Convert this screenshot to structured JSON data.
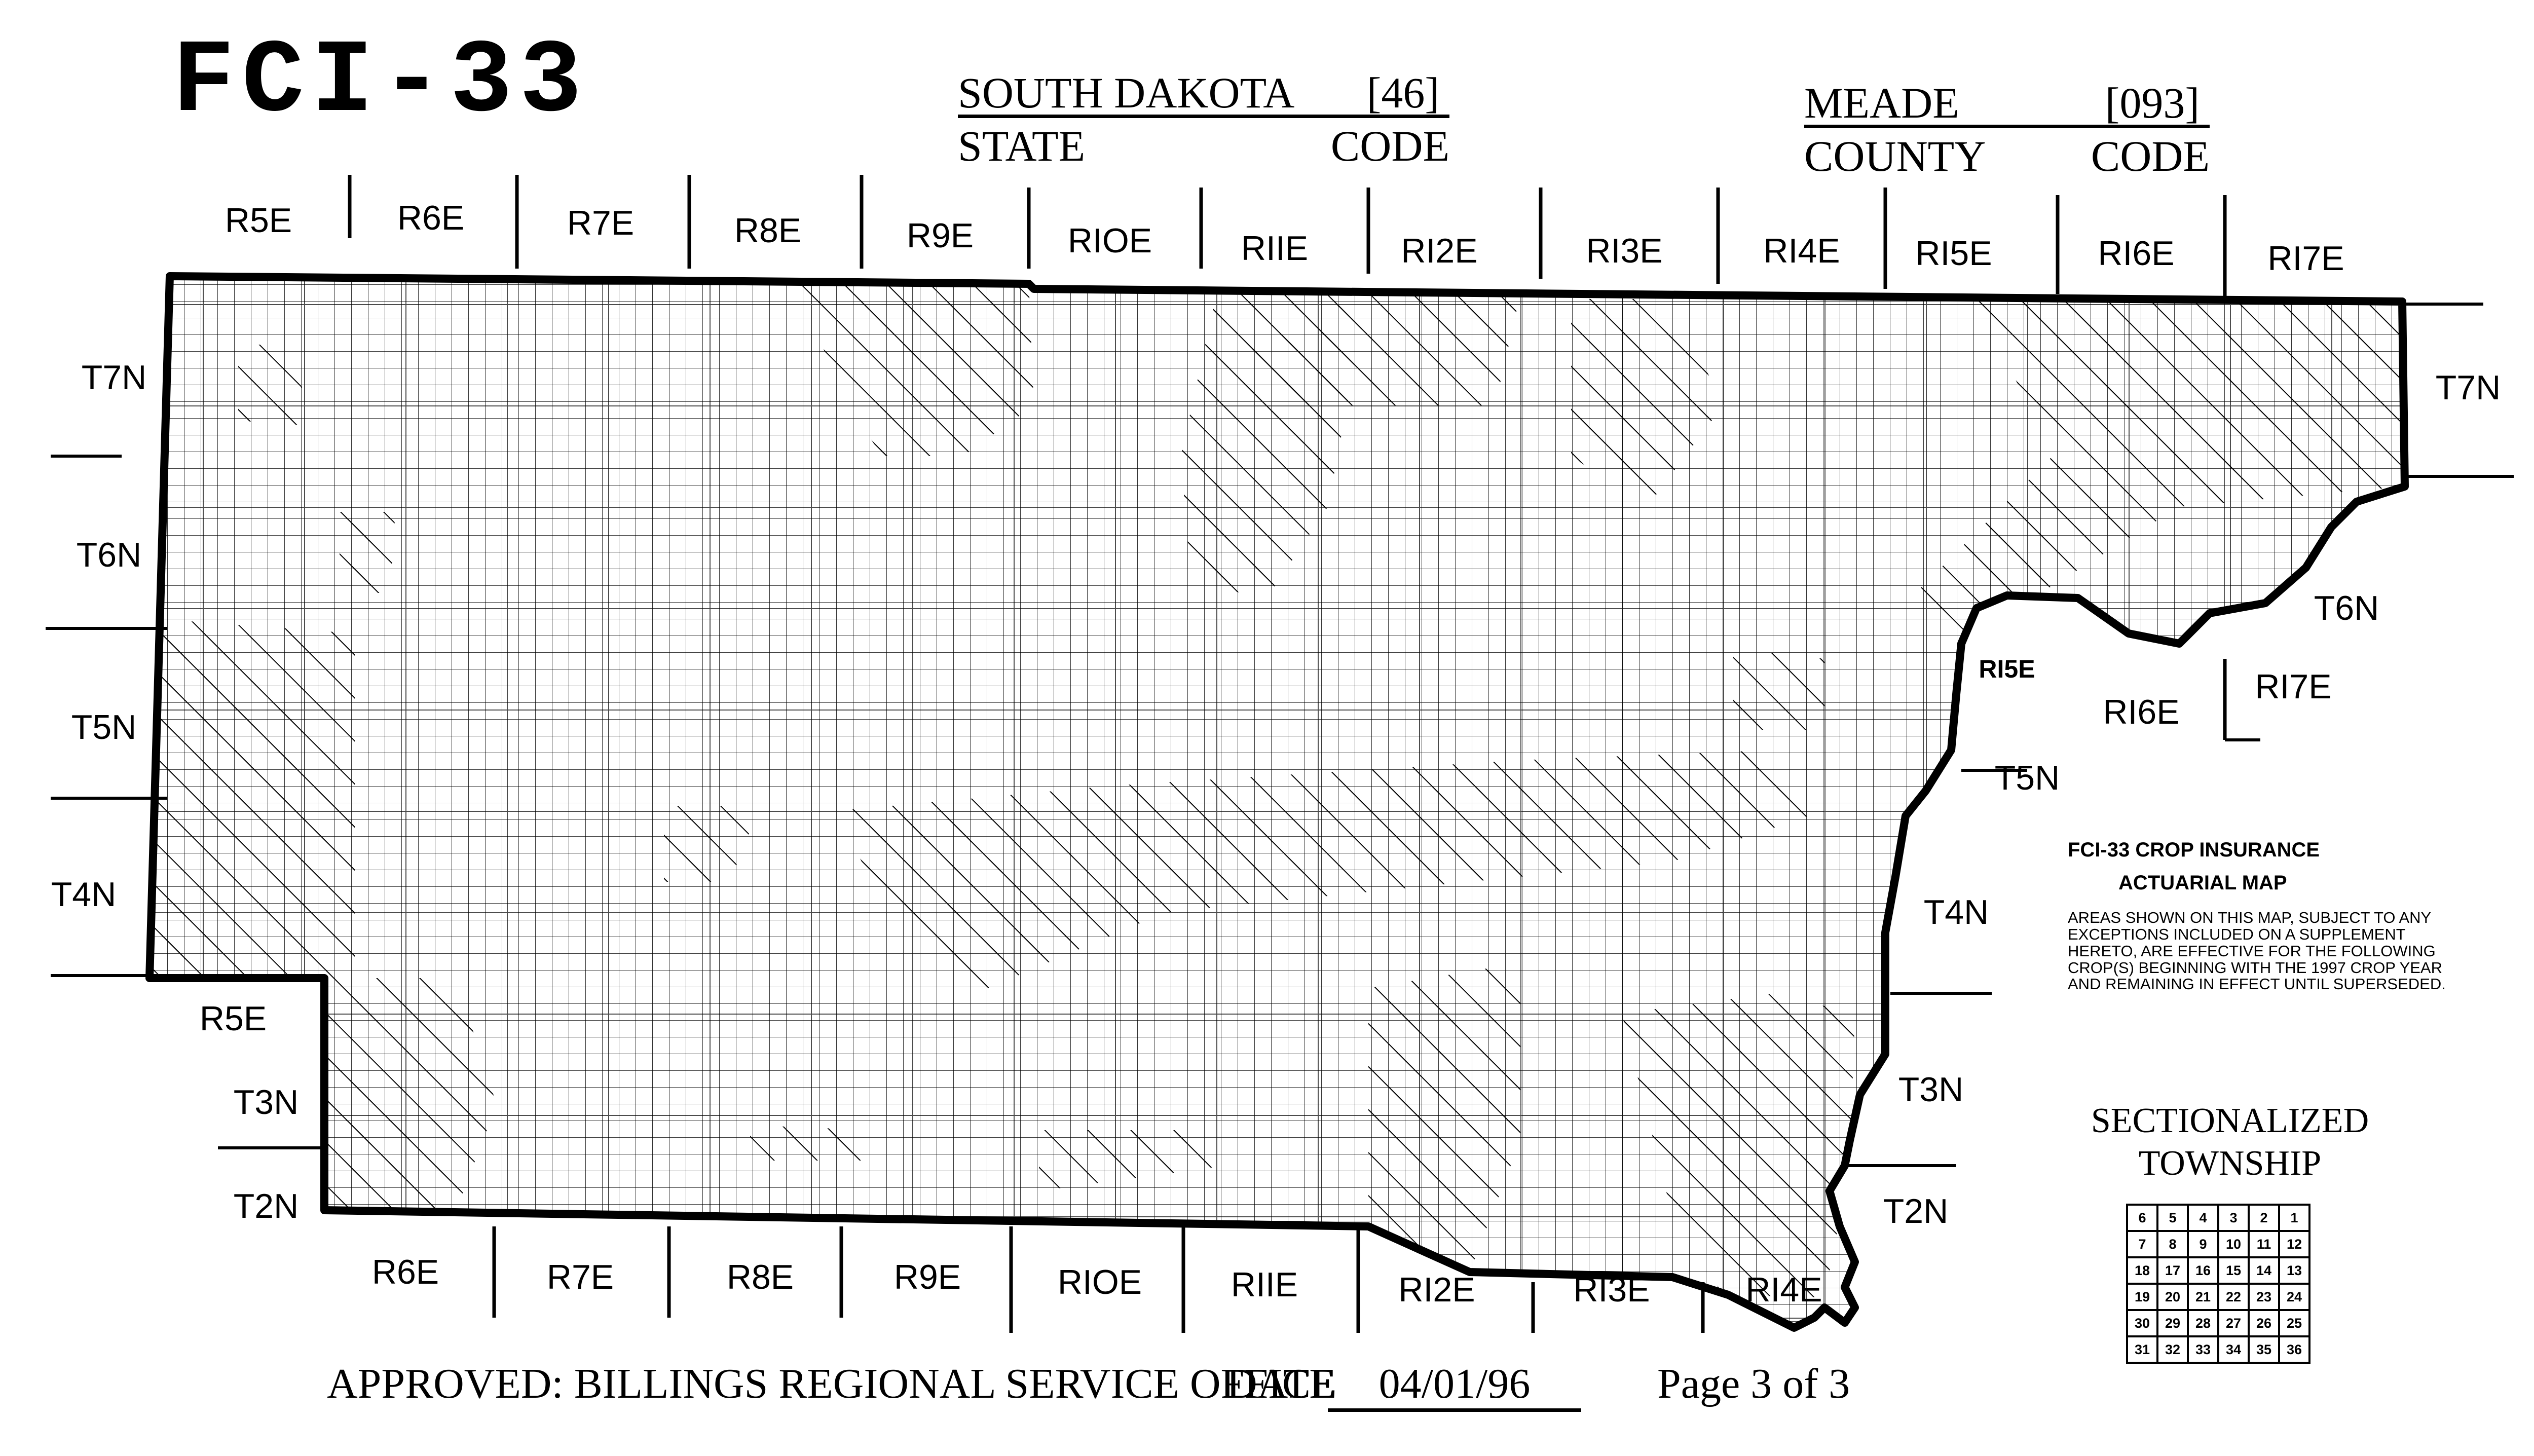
{
  "header": {
    "form_id": "FCI-33",
    "state_name": "SOUTH DAKOTA",
    "state_code": "[46]",
    "state_label": "STATE",
    "state_code_label": "CODE",
    "county_name": "MEADE",
    "county_code": "[093]",
    "county_label": "COUNTY",
    "county_code_label": "CODE"
  },
  "map": {
    "top_ranges": [
      "R5E",
      "R6E",
      "R7E",
      "R8E",
      "R9E",
      "RIOE",
      "RIIE",
      "RI2E",
      "RI3E",
      "RI4E",
      "RI5E",
      "RI6E",
      "RI7E"
    ],
    "bottom_ranges": [
      "R6E",
      "R7E",
      "R8E",
      "R9E",
      "RIOE",
      "RIIE",
      "RI2E",
      "RI3E",
      "RI4E"
    ],
    "left_townships": [
      "T7N",
      "T6N",
      "T5N",
      "T4N",
      "T3N",
      "T2N"
    ],
    "right_townships": [
      "T7N",
      "T6N",
      "T5N",
      "T4N",
      "T3N",
      "T2N"
    ],
    "extra_labels": {
      "r5e_bottom": "R5E",
      "r15e_inner": "RI5E",
      "r16e_inner": "RI6E",
      "r17e_inner": "RI7E"
    }
  },
  "legend": {
    "title": "FCI-33 CROP INSURANCE",
    "subtitle": "ACTUARIAL MAP",
    "text": "Areas shown on this map, subject to any exceptions included on a supplement hereto, are effective for the following crop(s) beginning with the 1997 crop year and remaining in effect until superseded."
  },
  "sectionalized": {
    "title_line1": "SECTIONALIZED",
    "title_line2": "TOWNSHIP",
    "rows": [
      [
        "6",
        "5",
        "4",
        "3",
        "2",
        "1"
      ],
      [
        "7",
        "8",
        "9",
        "10",
        "11",
        "12"
      ],
      [
        "18",
        "17",
        "16",
        "15",
        "14",
        "13"
      ],
      [
        "19",
        "20",
        "21",
        "22",
        "23",
        "24"
      ],
      [
        "30",
        "29",
        "28",
        "27",
        "26",
        "25"
      ],
      [
        "31",
        "32",
        "33",
        "34",
        "35",
        "36"
      ]
    ]
  },
  "footer": {
    "approved": "APPROVED: BILLINGS REGIONAL SERVICE OFFICE",
    "date_label": "DATE",
    "date": "04/01/96",
    "page": "Page 3 of 3"
  }
}
